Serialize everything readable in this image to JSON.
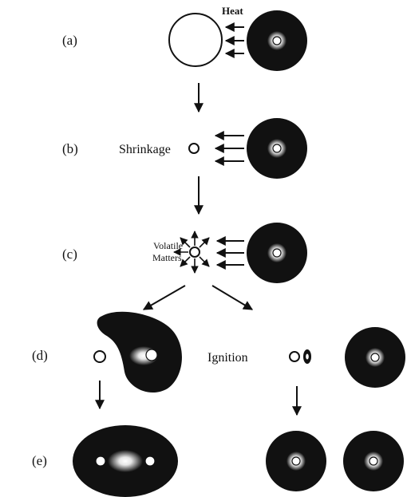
{
  "steps": {
    "a": {
      "label": "(a)",
      "heat_text": "Heat"
    },
    "b": {
      "label": "(b)",
      "text": "Shrinkage"
    },
    "c": {
      "label": "(c)",
      "text_line1": "Volatile",
      "text_line2": "Matters"
    },
    "d": {
      "label": "(d)",
      "text": "Ignition"
    },
    "e": {
      "label": "(e)"
    }
  },
  "colors": {
    "ink": "#111111",
    "background": "#ffffff"
  }
}
